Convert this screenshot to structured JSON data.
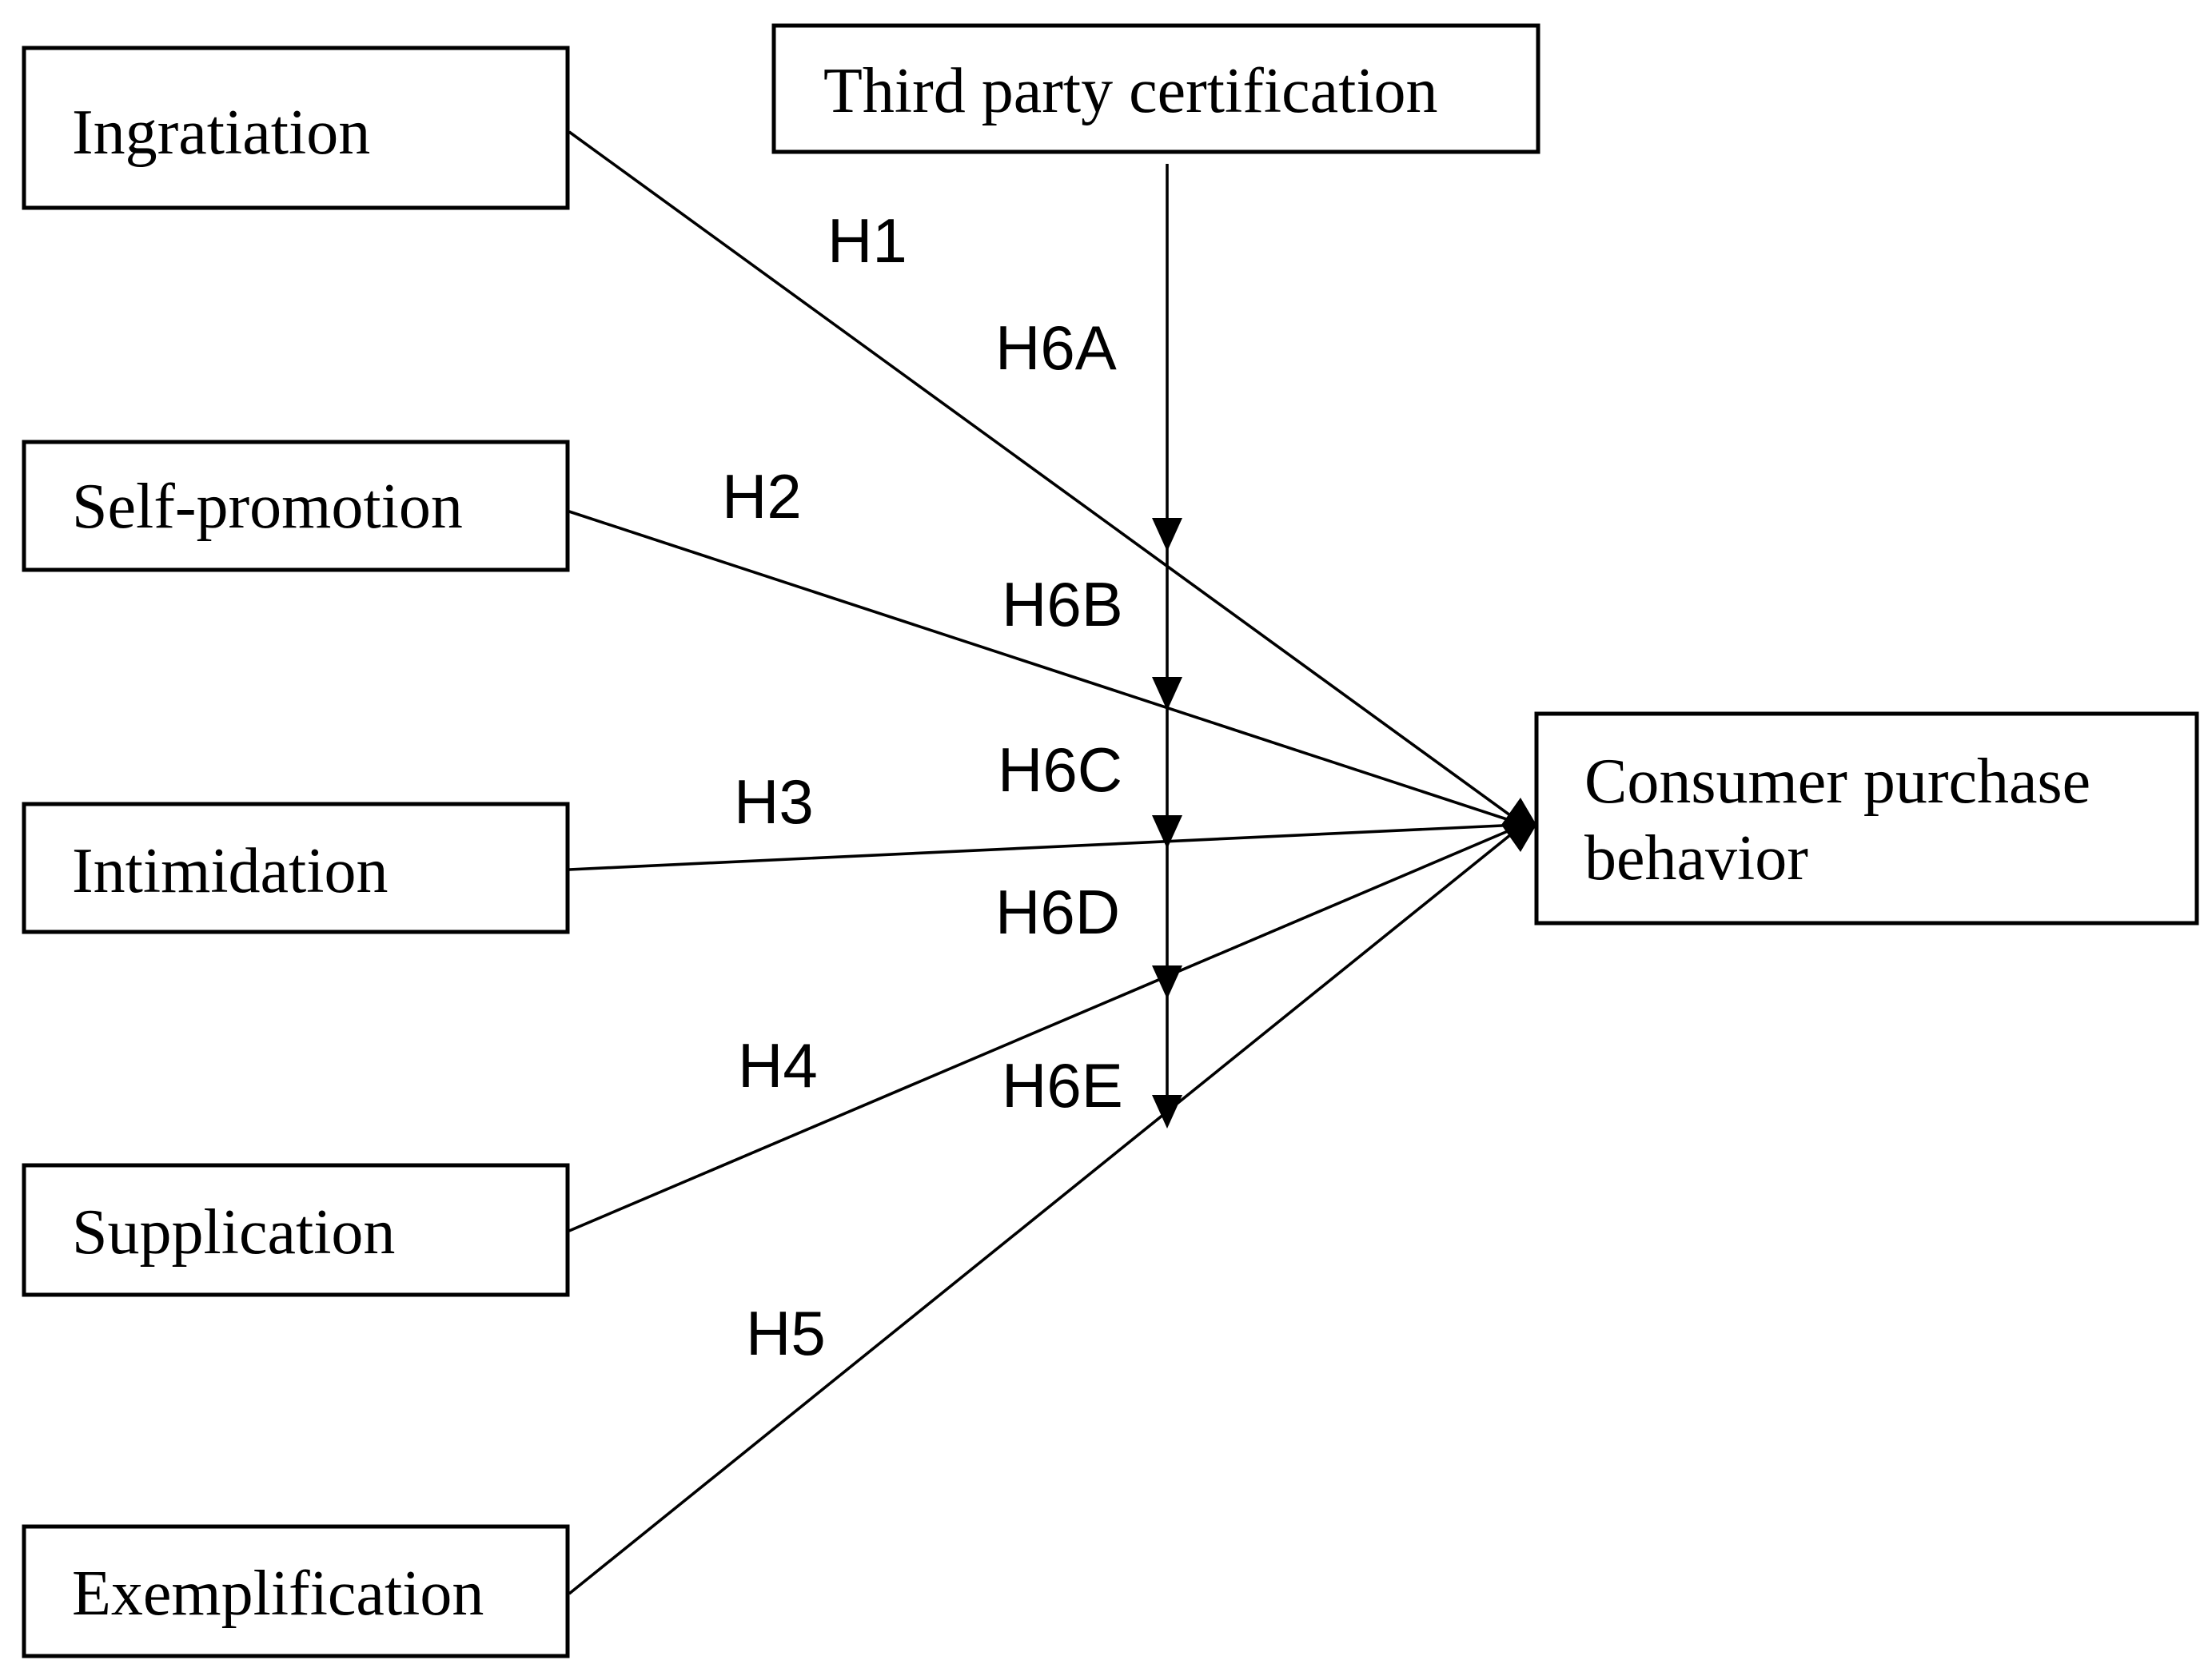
{
  "boxes": {
    "ingratiation": "Ingratiation",
    "self_promotion": "Self-promotion",
    "intimidation": "Intimidation",
    "supplication": "Supplication",
    "exemplification": "Exemplification",
    "third_party": "Third party certification",
    "consumer_line1": "Consumer purchase",
    "consumer_line2": "behavior"
  },
  "hypotheses": {
    "h1": "H1",
    "h2": "H2",
    "h3": "H3",
    "h4": "H4",
    "h5": "H5",
    "h6a": "H6A",
    "h6b": "H6B",
    "h6c": "H6C",
    "h6d": "H6D",
    "h6e": "H6E"
  },
  "colors": {
    "stroke": "#000000",
    "background": "#ffffff"
  }
}
